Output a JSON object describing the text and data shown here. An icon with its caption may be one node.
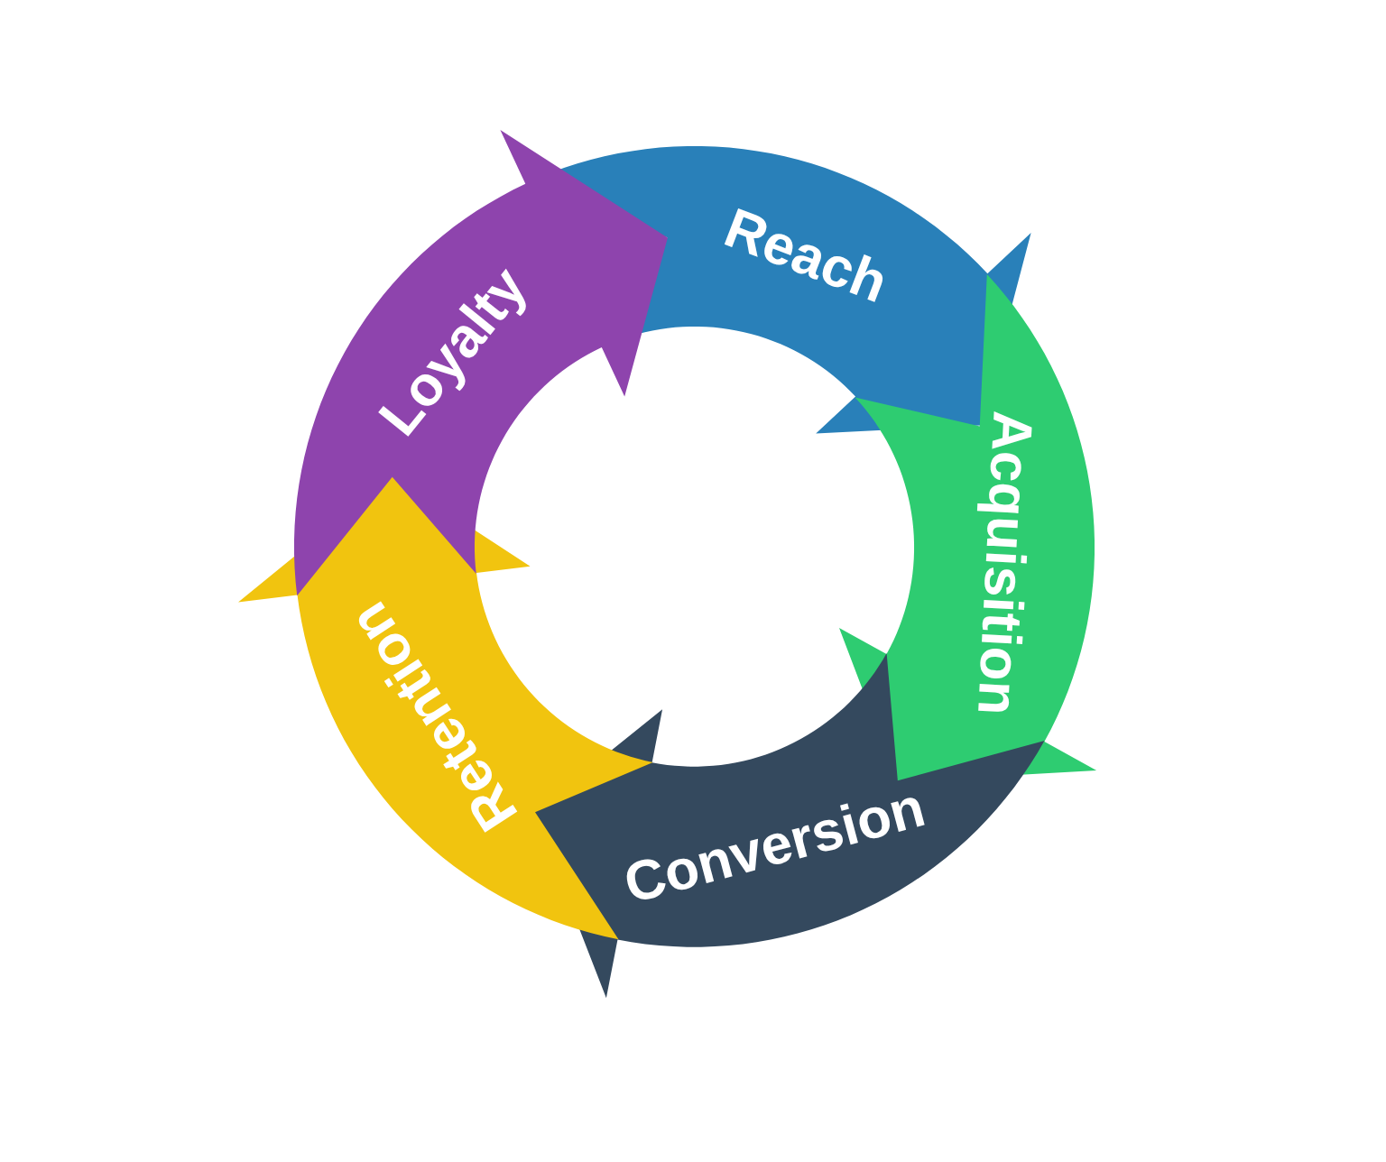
{
  "diagram": {
    "nodes": [
      {
        "text": [
          "Reach"
        ]
      },
      {
        "text": [
          "Acquisition"
        ]
      },
      {
        "text": [
          "Conversion"
        ]
      },
      {
        "text": [
          "Retention"
        ]
      },
      {
        "text": [
          "Loyalty"
        ]
      }
    ]
  }
}
